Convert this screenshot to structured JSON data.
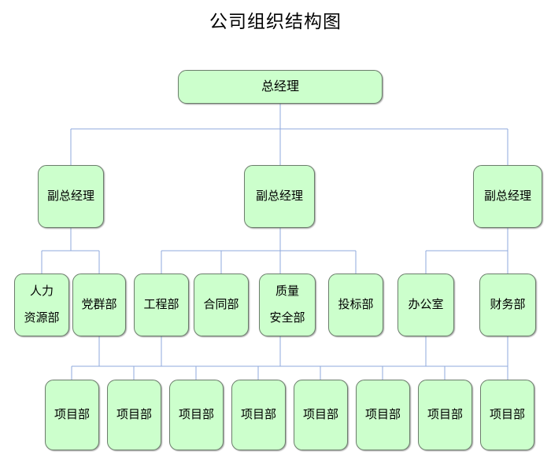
{
  "title": "公司组织结构图",
  "theme": {
    "node_fill": "#CCFFCC",
    "node_border": "#6B7D6B",
    "connector": "#8FAADC",
    "text": "#000000",
    "background": "#FFFFFF"
  },
  "levels": {
    "root": {
      "label": "总经理"
    },
    "deputies": [
      {
        "label": "副总经理"
      },
      {
        "label": "副总经理"
      },
      {
        "label": "副总经理"
      }
    ],
    "departments": [
      {
        "line1": "人力",
        "line2": "资源部",
        "parent": 0
      },
      {
        "line1": "党群部",
        "line2": "",
        "parent": 0
      },
      {
        "line1": "工程部",
        "line2": "",
        "parent": 1
      },
      {
        "line1": "合同部",
        "line2": "",
        "parent": 1
      },
      {
        "line1": "质量",
        "line2": "安全部",
        "parent": 1
      },
      {
        "line1": "投标部",
        "line2": "",
        "parent": 1
      },
      {
        "line1": "办公室",
        "line2": "",
        "parent": 2
      },
      {
        "line1": "财务部",
        "line2": "",
        "parent": 2
      }
    ],
    "projects": [
      {
        "label": "项目部"
      },
      {
        "label": "项目部"
      },
      {
        "label": "项目部"
      },
      {
        "label": "项目部"
      },
      {
        "label": "项目部"
      },
      {
        "label": "项目部"
      },
      {
        "label": "项目部"
      },
      {
        "label": "项目部"
      }
    ]
  }
}
